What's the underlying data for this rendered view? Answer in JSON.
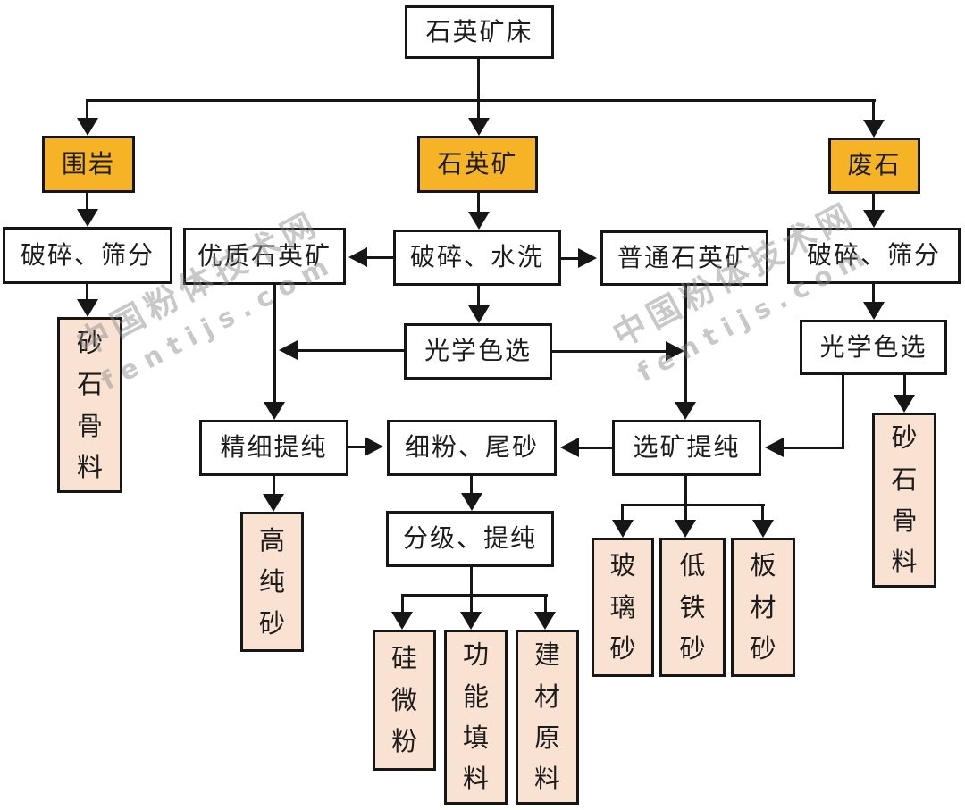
{
  "watermark": {
    "cn": "中国粉体技术网",
    "en": "fentijs.com"
  },
  "colors": {
    "highlight": "#F5B325",
    "output": "#F9E2D2",
    "line": "#161616",
    "background": "#ffffff"
  },
  "nodes": {
    "deposit": {
      "label": "石英矿床"
    },
    "host_rock": {
      "label": "围岩"
    },
    "quartz_ore": {
      "label": "石英矿"
    },
    "waste_rock": {
      "label": "废石"
    },
    "crush_screen_left": {
      "label": "破碎、筛分"
    },
    "premium_quartz": {
      "label": "优质石英矿"
    },
    "crush_wash": {
      "label": "破碎、水洗"
    },
    "common_quartz": {
      "label": "普通石英矿"
    },
    "crush_screen_right": {
      "label": "破碎、筛分"
    },
    "aggregate_left": {
      "label": "砂石骨料"
    },
    "optical_sort_mid": {
      "label": "光学色选"
    },
    "optical_sort_right": {
      "label": "光学色选"
    },
    "aggregate_right": {
      "label": "砂石骨料"
    },
    "fine_purification": {
      "label": "精细提纯"
    },
    "fine_powder_tailings": {
      "label": "细粉、尾砂"
    },
    "beneficiation_purification": {
      "label": "选矿提纯"
    },
    "high_purity_sand": {
      "label": "高纯砂"
    },
    "grading_purification": {
      "label": "分级、提纯"
    },
    "glass_sand": {
      "label": "玻璃砂"
    },
    "low_iron_sand": {
      "label": "低铁砂"
    },
    "slab_sand": {
      "label": "板材砂"
    },
    "silica_micropowder": {
      "label": "硅微粉"
    },
    "functional_filler": {
      "label": "功能填料"
    },
    "building_material": {
      "label": "建材原料"
    }
  }
}
